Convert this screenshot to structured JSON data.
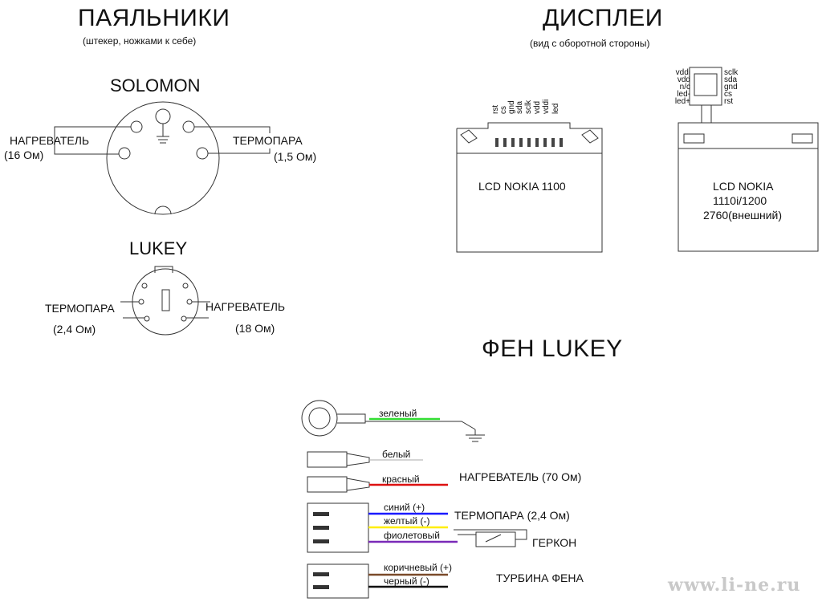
{
  "irons": {
    "title": "ПАЯЛЬНИКИ",
    "subtitle": "(штекер, ножками к себе)",
    "solomon": {
      "name": "SOLOMON",
      "heater_label": "НАГРЕВАТЕЛЬ",
      "heater_value": "(16 Ом)",
      "thermo_label": "ТЕРМОПАРА",
      "thermo_value": "(1,5 Ом)"
    },
    "lukey": {
      "name": "LUKEY",
      "thermo_label": "ТЕРМОПАРА",
      "thermo_value": "(2,4 Ом)",
      "heater_label": "НАГРЕВАТЕЛЬ",
      "heater_value": "(18 Ом)"
    }
  },
  "displays": {
    "title": "ДИСПЛЕИ",
    "subtitle": "(вид с оборотной стороны)",
    "lcd1100": {
      "name": "LCD NOKIA 1100",
      "pins": [
        "rst",
        "cs",
        "gnd",
        "sda",
        "sclk",
        "vdd",
        "vddi",
        "led"
      ]
    },
    "lcd1110": {
      "line1": "LCD NOKIA",
      "line2": "1110i/1200",
      "line3": "2760(внешний)",
      "pins_left": [
        "vddi",
        "vdd",
        "n/c",
        "led-",
        "led+"
      ],
      "pins_right": [
        "sclk",
        "sda",
        "gnd",
        "cs",
        "rst"
      ]
    }
  },
  "fan": {
    "title": "ФЕН LUKEY",
    "wires": {
      "green": "зеленый",
      "white": "белый",
      "red": "красный",
      "blue": "синий (+)",
      "yellow": "желтый (-)",
      "violet": "фиолетовый",
      "brown": "коричневый (+)",
      "black": "черный (-)"
    },
    "labels": {
      "heater": "НАГРЕВАТЕЛЬ (70 Ом)",
      "thermo": "ТЕРМОПАРА (2,4 Ом)",
      "reed": "ГЕРКОН",
      "turbine": "ТУРБИНА ФЕНА"
    },
    "colors": {
      "green": "#33dd33",
      "red": "#dd1111",
      "blue": "#1a1aff",
      "yellow": "#ffee00",
      "violet": "#7a2ab8",
      "brown": "#7a4a2a",
      "black": "#111111"
    }
  },
  "watermark": "www.li-ne.ru"
}
